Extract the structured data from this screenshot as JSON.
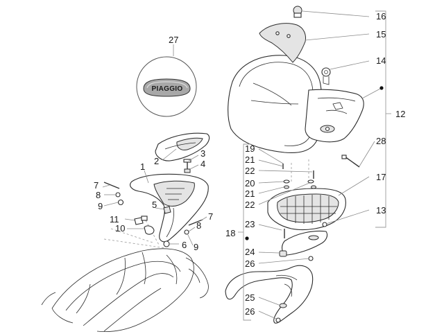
{
  "diagram": {
    "badge_text": "PIAGGIO",
    "callouts": [
      {
        "id": "c16",
        "label": "16"
      },
      {
        "id": "c15",
        "label": "15"
      },
      {
        "id": "c14",
        "label": "14"
      },
      {
        "id": "c12",
        "label": "12"
      },
      {
        "id": "c28",
        "label": "28"
      },
      {
        "id": "c17",
        "label": "17"
      },
      {
        "id": "c13",
        "label": "13"
      },
      {
        "id": "c27",
        "label": "27"
      },
      {
        "id": "c2",
        "label": "2"
      },
      {
        "id": "c3",
        "label": "3"
      },
      {
        "id": "c4",
        "label": "4"
      },
      {
        "id": "c1",
        "label": "1"
      },
      {
        "id": "c7a",
        "label": "7"
      },
      {
        "id": "c8a",
        "label": "8"
      },
      {
        "id": "c9a",
        "label": "9"
      },
      {
        "id": "c5",
        "label": "5"
      },
      {
        "id": "c11",
        "label": "11"
      },
      {
        "id": "c10",
        "label": "10"
      },
      {
        "id": "c7b",
        "label": "7"
      },
      {
        "id": "c8b",
        "label": "8"
      },
      {
        "id": "c6",
        "label": "6"
      },
      {
        "id": "c9b",
        "label": "9"
      },
      {
        "id": "c19",
        "label": "19"
      },
      {
        "id": "c21a",
        "label": "21"
      },
      {
        "id": "c22a",
        "label": "22"
      },
      {
        "id": "c20",
        "label": "20"
      },
      {
        "id": "c21b",
        "label": "21"
      },
      {
        "id": "c22b",
        "label": "22"
      },
      {
        "id": "c18",
        "label": "18"
      },
      {
        "id": "c23",
        "label": "23"
      },
      {
        "id": "c24",
        "label": "24"
      },
      {
        "id": "c26a",
        "label": "26"
      },
      {
        "id": "c25",
        "label": "25"
      },
      {
        "id": "c26b",
        "label": "26"
      }
    ]
  }
}
